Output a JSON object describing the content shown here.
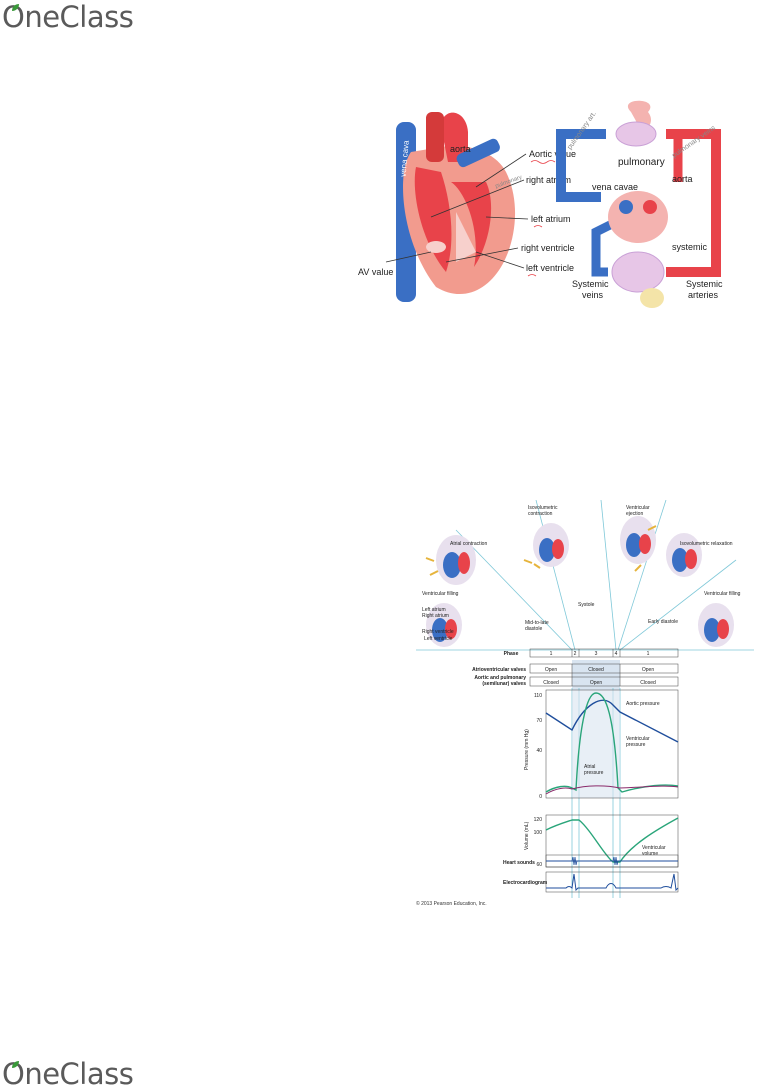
{
  "brand": {
    "name": "OneClass",
    "color": "#5a5a5a",
    "accent": "#3a9a3a"
  },
  "heart_figure": {
    "left_labels": {
      "vena_cava": "vena cava",
      "aorta": "aorta",
      "aortic_value": "Aortic value",
      "right_atrium": "right atrium",
      "left_atrium": "left atrium",
      "right_ventricle": "right ventricle",
      "left_ventricle": "left ventricle",
      "av_value": "AV value",
      "pulmonary_small": "pulmonary"
    },
    "right_labels": {
      "pulmonary_art": "pulmonary art.",
      "pulmonary_veins": "pulmonary veins",
      "pulmonary": "pulmonary",
      "aorta": "aorta",
      "vena_cavae": "vena cavae",
      "systemic": "systemic",
      "systemic_veins_1": "Systemic",
      "systemic_veins_2": "veins",
      "systemic_arteries_1": "Systemic",
      "systemic_arteries_2": "arteries"
    },
    "colors": {
      "red": "#e8434a",
      "blue": "#3a6fc4",
      "pink": "#f4b3b0"
    }
  },
  "cycle_figure": {
    "stage_labels": {
      "isovolumetric_contraction_1": "Isovolumetric",
      "isovolumetric_contraction_2": "contraction",
      "ventricular_ejection_1": "Ventricular",
      "ventricular_ejection_2": "ejection",
      "atrial_contraction": "Atrial contraction",
      "isovolumetric_relaxation": "Isovolumetric relaxation",
      "ventricular_filling_left": "Ventricular filling",
      "ventricular_filling_right": "Ventricular filling",
      "systole": "Systole",
      "early_diastole": "Early diastole",
      "mid_late_1": "Mid-to-late",
      "mid_late_2": "diastole",
      "left_atrium": "Left atrium",
      "right_atrium": "Right atrium",
      "right_ventricle": "Right ventricle",
      "left_ventricle": "Left ventricle"
    },
    "phase_row": {
      "label": "Phase",
      "phases": [
        "1",
        "2",
        "3",
        "4",
        "1"
      ]
    },
    "av_row": {
      "label": "Atrioventricular valves",
      "values": [
        "Open",
        "Closed",
        "Open"
      ]
    },
    "sl_row": {
      "label_1": "Aortic and pulmonary",
      "label_2": "(semilunar) valves",
      "values": [
        "Closed",
        "Open",
        "Closed"
      ]
    },
    "pressure_panel": {
      "ylabel": "Pressure (mm Hg)",
      "ticks": [
        "110",
        "70",
        "40",
        "0"
      ],
      "annotations": {
        "aortic": "Aortic pressure",
        "ventricular_1": "Ventricular",
        "ventricular_2": "pressure",
        "atrial_1": "Atrial",
        "atrial_2": "pressure"
      }
    },
    "volume_panel": {
      "ylabel": "Volume (mL)",
      "ticks": [
        "120",
        "100",
        "60"
      ],
      "annotations": {
        "ventricular_1": "Ventricular",
        "ventricular_2": "volume"
      }
    },
    "heart_sounds_label": "Heart sounds",
    "ecg_label": "Electrocardiogram",
    "copyright": "© 2013 Pearson Education, Inc.",
    "colors": {
      "aortic": "#1f4e9c",
      "ventricular": "#2aa57a",
      "atrial": "#8a2a6a",
      "shade": "#d8e4f0",
      "guide": "#7fc8d8"
    }
  }
}
